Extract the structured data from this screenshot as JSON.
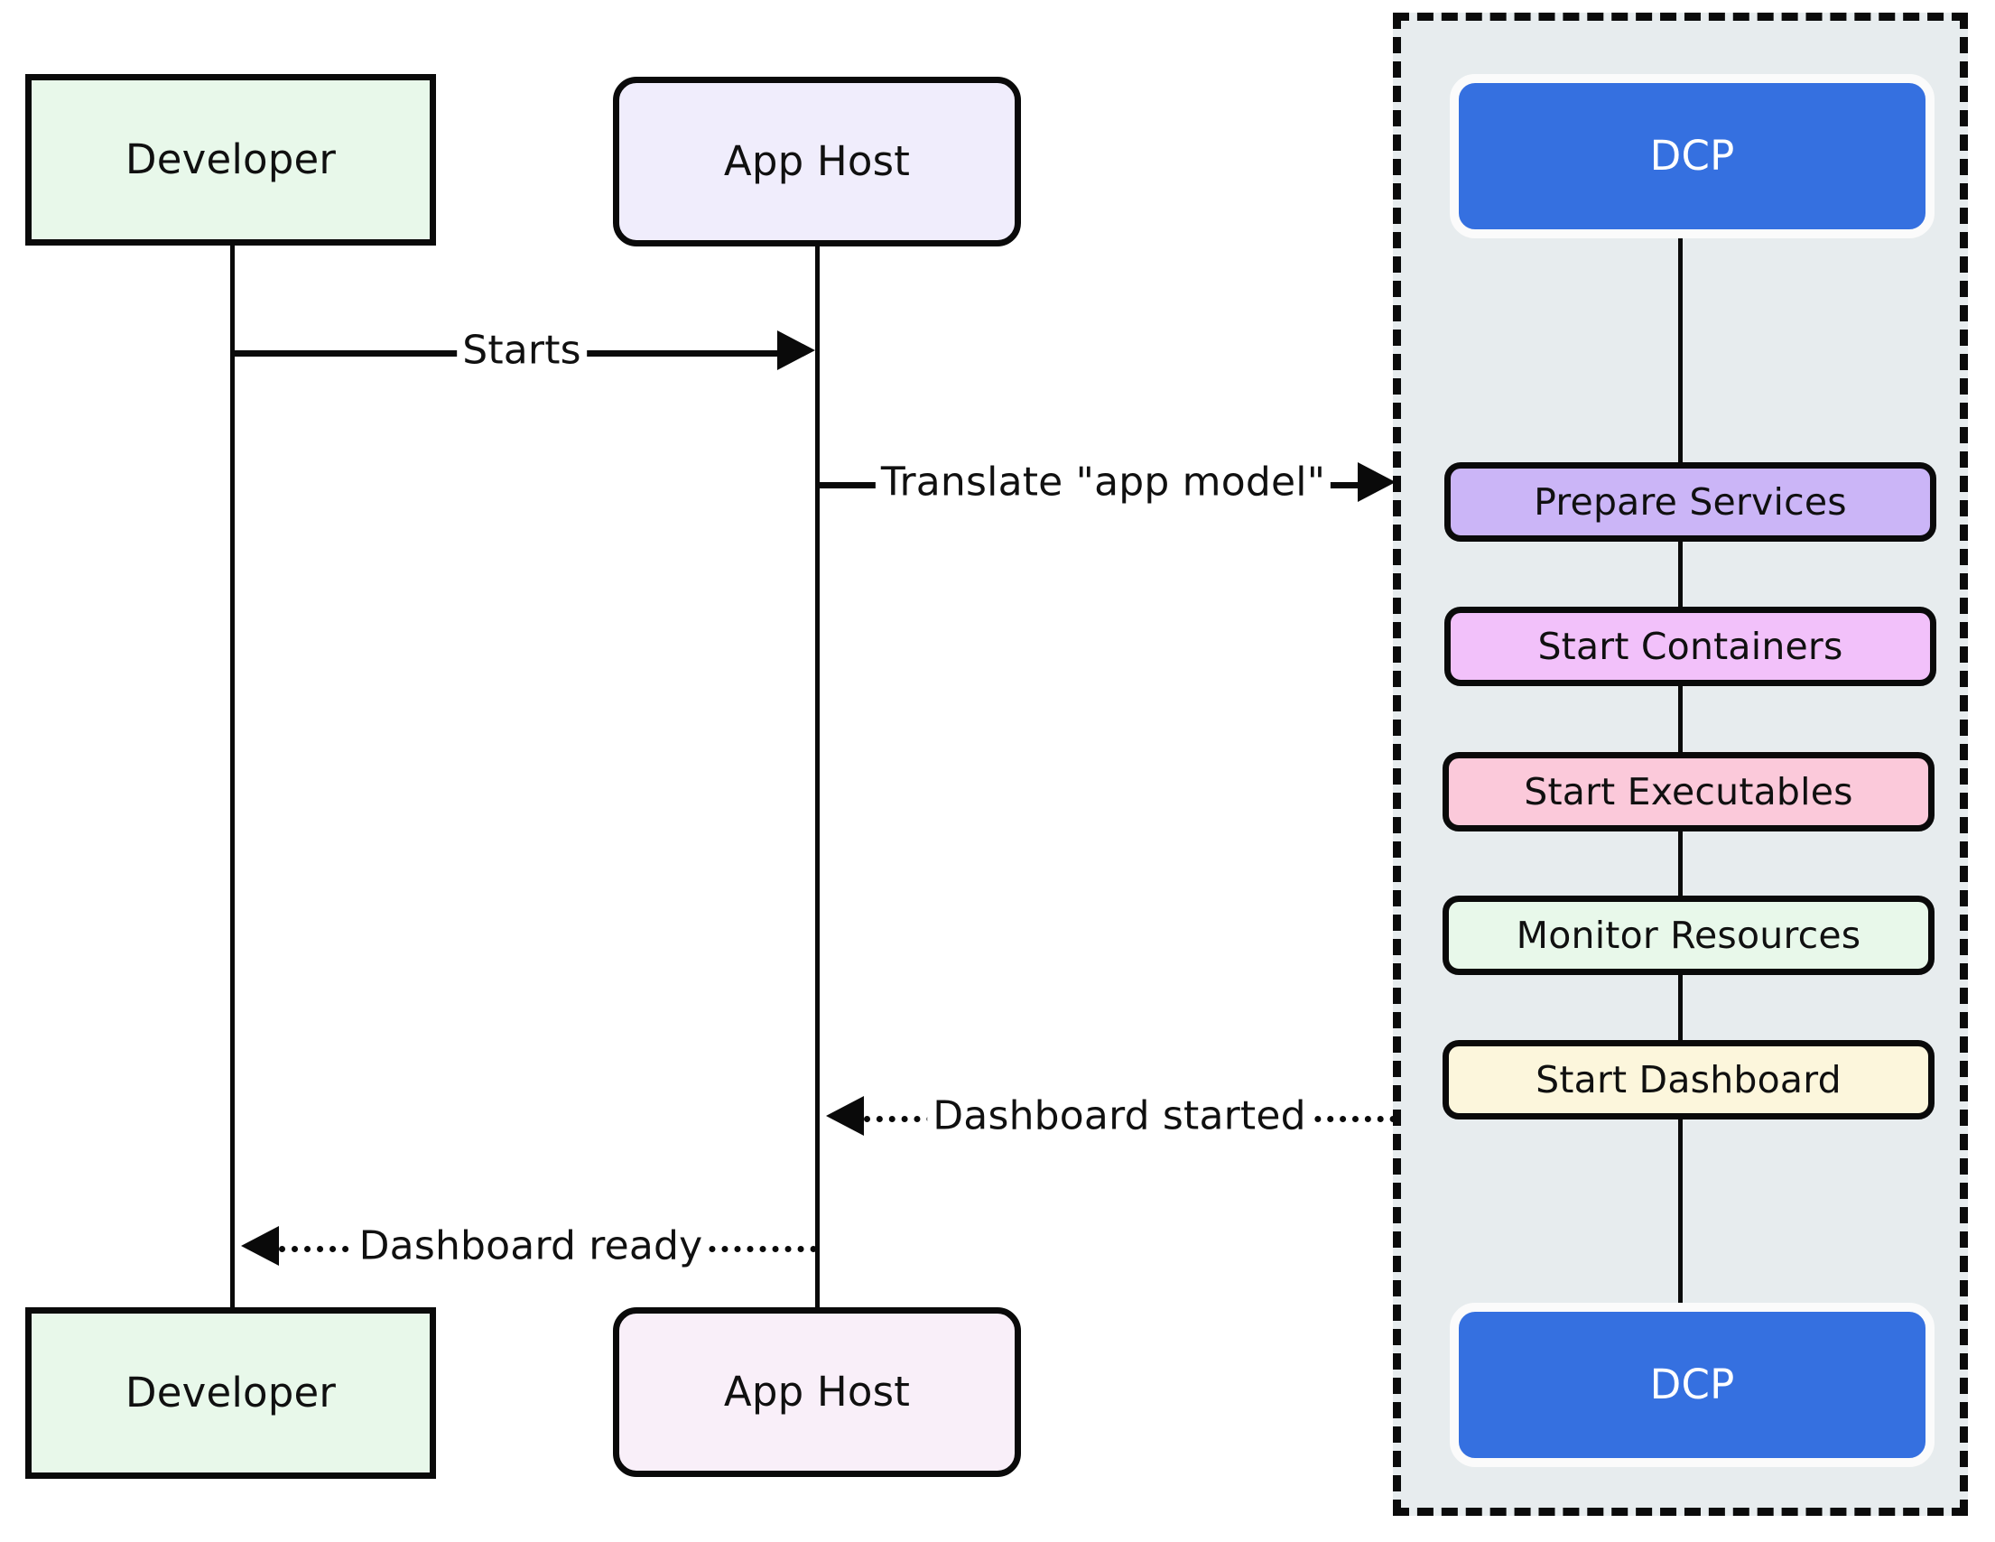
{
  "diagram": {
    "type": "sequence-diagram",
    "title": "",
    "background_color": "#ffffff",
    "group": {
      "label": "",
      "fill_color": "#e7ecee",
      "border_color": "#0b0b0b",
      "border_style": "dashed"
    }
  },
  "participants": [
    {
      "id": "developer",
      "label": "Developer",
      "shape": "rectangle",
      "fill_color": "#e8f8ea",
      "border_color": "#0a0a0a",
      "text_color": "#101010"
    },
    {
      "id": "app-host",
      "label": "App Host",
      "shape": "rounded-rectangle",
      "fill_color": "#f0edfc",
      "border_color": "#0a0a0a",
      "text_color": "#101010"
    },
    {
      "id": "dcp",
      "label": "DCP",
      "shape": "rounded-rectangle",
      "fill_color": "#3570e0",
      "border_color": "#fbfbfb",
      "text_color": "#ffffff"
    }
  ],
  "participants_bottom": [
    {
      "id": "developer-bottom",
      "label": "Developer",
      "shape": "rectangle",
      "fill_color": "#e8f8ea",
      "border_color": "#0a0a0a",
      "text_color": "#101010"
    },
    {
      "id": "app-host-bottom",
      "label": "App Host",
      "shape": "rounded-rectangle",
      "fill_color": "#f9eff9",
      "border_color": "#0a0a0a",
      "text_color": "#101010"
    },
    {
      "id": "dcp-bottom",
      "label": "DCP",
      "shape": "rounded-rectangle",
      "fill_color": "#3570e0",
      "border_color": "#fbfbfb",
      "text_color": "#ffffff"
    }
  ],
  "messages": [
    {
      "id": "starts",
      "label": "Starts",
      "from": "developer",
      "to": "app-host",
      "direction": "right",
      "line_style": "solid"
    },
    {
      "id": "translate-app-model",
      "label": "Translate \"app model\"",
      "from": "app-host",
      "to": "dcp",
      "direction": "right",
      "line_style": "solid"
    },
    {
      "id": "dashboard-started",
      "label": "Dashboard started",
      "from": "dcp",
      "to": "app-host",
      "direction": "left",
      "line_style": "dotted"
    },
    {
      "id": "dashboard-ready",
      "label": "Dashboard ready",
      "from": "app-host",
      "to": "developer",
      "direction": "left",
      "line_style": "dotted"
    }
  ],
  "activities": [
    {
      "id": "prepare-services",
      "label": "Prepare Services",
      "fill_color": "#cbb5f7",
      "border_color": "#0a0a0a"
    },
    {
      "id": "start-containers",
      "label": "Start Containers",
      "fill_color": "#f2c1fa",
      "border_color": "#0a0a0a"
    },
    {
      "id": "start-executables",
      "label": "Start Executables",
      "fill_color": "#fbc9da",
      "border_color": "#0a0a0a"
    },
    {
      "id": "monitor-resources",
      "label": "Monitor Resources",
      "fill_color": "#e8f8ea",
      "border_color": "#0a0a0a"
    },
    {
      "id": "start-dashboard",
      "label": "Start Dashboard",
      "fill_color": "#fcf6dc",
      "border_color": "#0a0a0a"
    }
  ]
}
